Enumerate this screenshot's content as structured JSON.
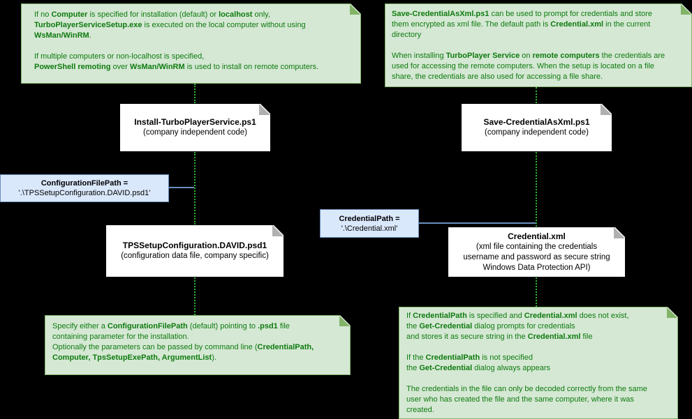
{
  "palette": {
    "background": "#000000",
    "note_fill": "#d5e8d4",
    "note_border": "#82b366",
    "note_text": "#0e7a0e",
    "file_fill": "#ffffff",
    "file_border": "#000000",
    "file_text": "#000000",
    "param_fill": "#dae8fc",
    "param_border": "#6c8ebf",
    "param_text": "#000000",
    "edge_green": "#2eb82e",
    "edge_blue": "#6c8ebf"
  },
  "notes": {
    "install_behavior": {
      "segments": [
        {
          "t": "If no "
        },
        {
          "t": "Computer",
          "b": true
        },
        {
          "t": " is specified for installation (default) or "
        },
        {
          "t": "localhost",
          "b": true
        },
        {
          "t": " only,"
        },
        {
          "br": true
        },
        {
          "t": "TurboPlayerServiceSetup.exe",
          "b": true
        },
        {
          "t": " is executed on the local computer without using"
        },
        {
          "br": true
        },
        {
          "t": "WsMan/WinRM",
          "b": true
        },
        {
          "t": "."
        },
        {
          "br": true
        },
        {
          "br": true
        },
        {
          "t": "If multiple computers or non-localhost is specified,"
        },
        {
          "br": true
        },
        {
          "t": "PowerShell remoting",
          "b": true
        },
        {
          "t": " over "
        },
        {
          "t": "WsMan/WinRM",
          "b": true
        },
        {
          "t": " is used to install on remote computers."
        }
      ]
    },
    "save_credential_info": {
      "segments": [
        {
          "t": "Save-CredentialAsXml.ps1",
          "b": true
        },
        {
          "t": " can be used to prompt for credentials and store"
        },
        {
          "br": true
        },
        {
          "t": "them encrypted as xml file. The default path is "
        },
        {
          "t": "Credential.xml",
          "b": true
        },
        {
          "t": " in the current"
        },
        {
          "br": true
        },
        {
          "t": "directory"
        },
        {
          "br": true
        },
        {
          "br": true
        },
        {
          "t": "When installing "
        },
        {
          "t": "TurboPlayer Service",
          "b": true
        },
        {
          "t": " on "
        },
        {
          "t": "remote computers",
          "b": true
        },
        {
          "t": " the credentials are"
        },
        {
          "br": true
        },
        {
          "t": "used for accessing the remote computers. When the setup is located on a file"
        },
        {
          "br": true
        },
        {
          "t": "share, the credentials are also used for accessing a file share."
        }
      ]
    },
    "configuration_info": {
      "segments": [
        {
          "t": "Specify either a "
        },
        {
          "t": "ConfigurationFilePath",
          "b": true
        },
        {
          "t": " (default) pointing to "
        },
        {
          "t": ".psd1",
          "b": true
        },
        {
          "t": " file"
        },
        {
          "br": true
        },
        {
          "t": "containing parameter for the installation."
        },
        {
          "br": true
        },
        {
          "t": "Optionally the parameters can be passed by command line ("
        },
        {
          "t": "CredentialPath,",
          "b": true
        },
        {
          "br": true
        },
        {
          "t": "Computer, TpsSetupExePath, ArgumentList",
          "b": true
        },
        {
          "t": ")."
        }
      ]
    },
    "credential_behavior": {
      "segments": [
        {
          "t": "If "
        },
        {
          "t": "CredentialPath",
          "b": true
        },
        {
          "t": " is specified and "
        },
        {
          "t": "Credential.xml",
          "b": true
        },
        {
          "t": " does not exist,"
        },
        {
          "br": true
        },
        {
          "t": "the "
        },
        {
          "t": "Get-Credential",
          "b": true
        },
        {
          "t": " dialog prompts for credentials"
        },
        {
          "br": true
        },
        {
          "t": "and stores it as secure string in the "
        },
        {
          "t": "Credential.xml",
          "b": true
        },
        {
          "t": " file"
        },
        {
          "br": true
        },
        {
          "br": true
        },
        {
          "t": "If the "
        },
        {
          "t": "CredentialPath",
          "b": true
        },
        {
          "t": " is not specified"
        },
        {
          "br": true
        },
        {
          "t": "the "
        },
        {
          "t": "Get-Credential",
          "b": true
        },
        {
          "t": " dialog always appears"
        },
        {
          "br": true
        },
        {
          "br": true
        },
        {
          "t": "The credentials in the file can only be decoded correctly from the same"
        },
        {
          "br": true
        },
        {
          "t": "user who has created the file and the same computer, where it was"
        },
        {
          "br": true
        },
        {
          "t": "created."
        }
      ]
    }
  },
  "files": {
    "install_script": {
      "title": "Install-TurboPlayerService.ps1",
      "subtitle": "(company independent code)"
    },
    "save_credential_script": {
      "title": "Save-CredentialAsXml.ps1",
      "subtitle": "(company independent code)"
    },
    "config_file": {
      "title": "TPSSetupConfiguration.DAVID.psd1",
      "subtitle": "(configuration data file, company specific)"
    },
    "credential_file": {
      "title": "Credential.xml",
      "subtitle_lines": [
        "(xml file containing the credentials",
        "username and password as secure string",
        "Windows Data Protection API)"
      ]
    }
  },
  "params": {
    "configuration_file_path": {
      "name": "ConfigurationFilePath =",
      "value": "'.\\TPSSetupConfiguration.DAVID.psd1'"
    },
    "credential_path": {
      "name": "CredentialPath =",
      "value": "'.\\Credential.xml'"
    }
  }
}
